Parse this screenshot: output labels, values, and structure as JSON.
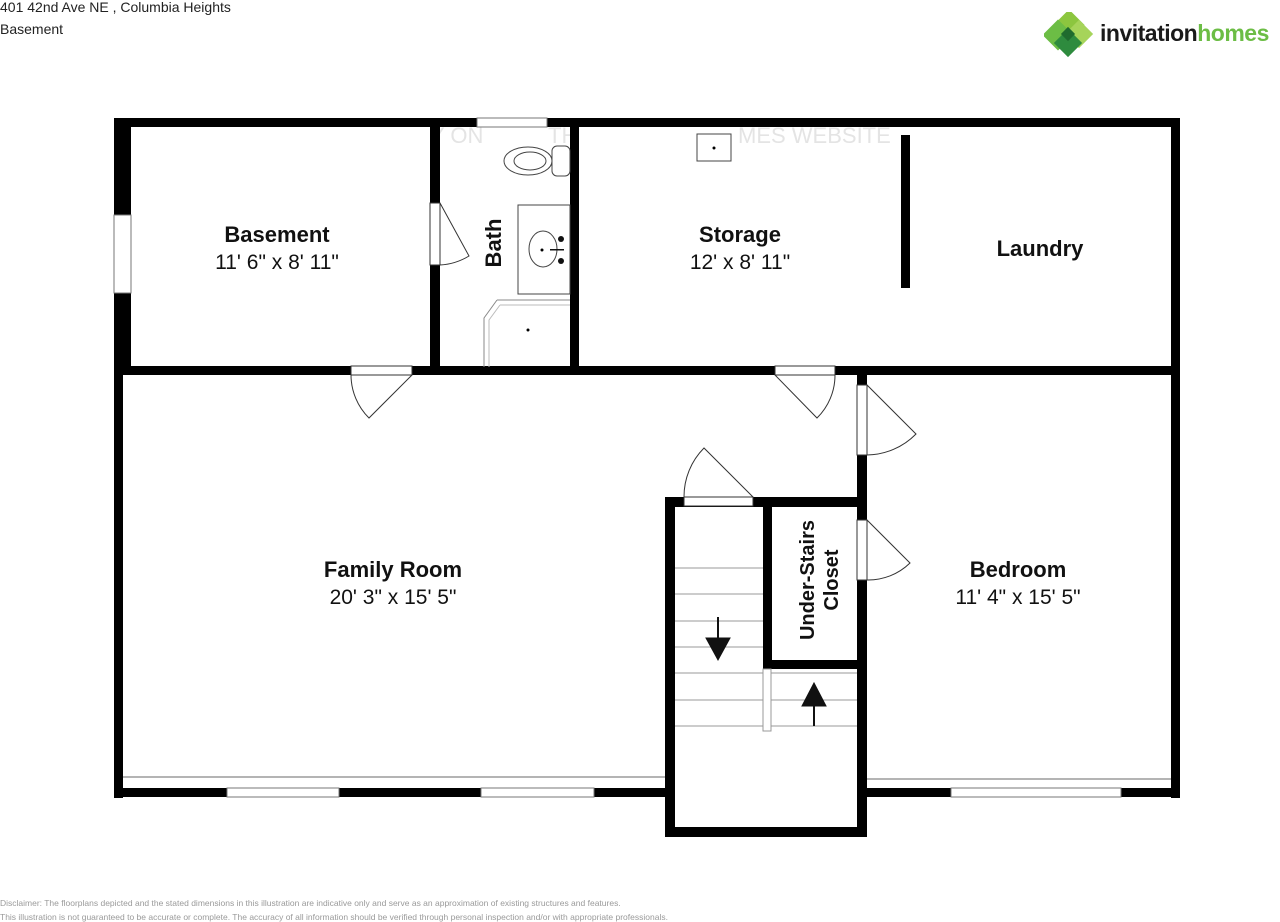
{
  "header": {
    "address": "401 42nd Ave NE , Columbia Heights",
    "floor": "Basement"
  },
  "logo": {
    "word1": "invitation",
    "word2": "homes",
    "colors": {
      "dark": "#1a1a1a",
      "green": "#6cbd45",
      "green_dark": "#2e8b3e"
    }
  },
  "watermark": {
    "left": "Y ON",
    "mid": "TH",
    "right": "MES WEBSITE"
  },
  "rooms": {
    "basement": {
      "name": "Basement",
      "dims": "11' 6\" x 8' 11\""
    },
    "bath": {
      "name": "Bath"
    },
    "storage": {
      "name": "Storage",
      "dims": "12' x 8' 11\""
    },
    "laundry": {
      "name": "Laundry"
    },
    "family_room": {
      "name": "Family Room",
      "dims": "20' 3\" x 15' 5\""
    },
    "bedroom": {
      "name": "Bedroom",
      "dims": "11' 4\" x 15' 5\""
    },
    "closet": {
      "line1": "Under-Stairs",
      "line2": "Closet"
    }
  },
  "disclaimer": {
    "line1": "Disclaimer: The floorplans depicted and the stated dimensions in this illustration are indicative only and serve as an approximation of existing structures and features.",
    "line2": "This illustration is not guaranteed to be accurate or complete. The accuracy of all information should be verified through personal inspection and/or with appropriate professionals."
  }
}
